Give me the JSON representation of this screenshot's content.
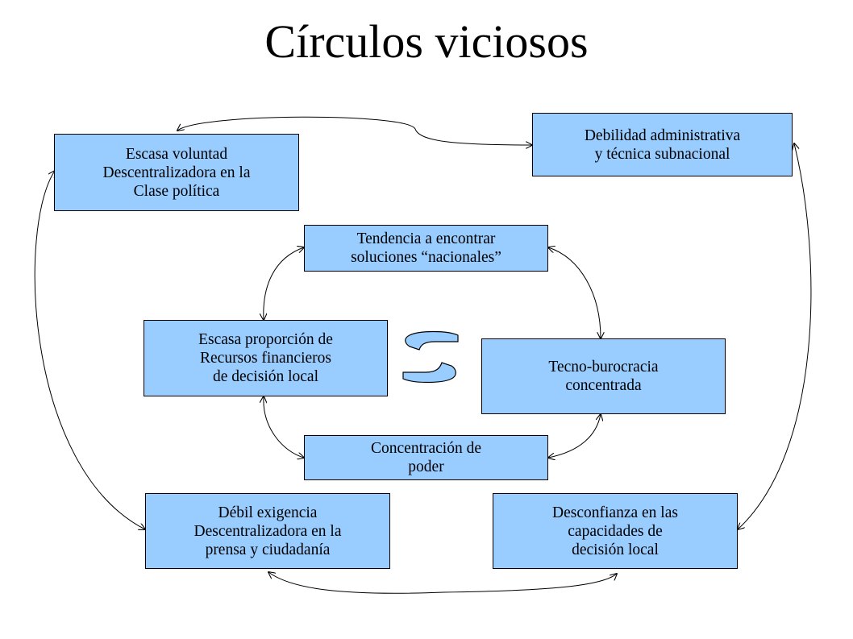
{
  "title": "Círculos viciosos",
  "boxes": {
    "voluntad": [
      "Escasa voluntad",
      "Descentralizadora en la",
      "Clase política"
    ],
    "debilidad": [
      "Debilidad administrativa",
      "y técnica subnacional"
    ],
    "tendencia": [
      "Tendencia a encontrar",
      "soluciones “nacionales”"
    ],
    "recursos": [
      "Escasa proporción de",
      "Recursos financieros",
      "de decisión local"
    ],
    "tecno": [
      "Tecno-burocracia",
      "concentrada"
    ],
    "poder": [
      "Concentración de",
      "poder"
    ],
    "exigencia": [
      "Débil exigencia",
      "Descentralizadora en la",
      "prensa y ciudadanía"
    ],
    "desconfianza": [
      "Desconfianza en las",
      "capacidades de",
      "decisión local"
    ]
  },
  "colors": {
    "box_fill": "#99ccff",
    "box_border": "#000000",
    "arrow": "#000000"
  },
  "center_symbol": "circular-arrows-icon"
}
